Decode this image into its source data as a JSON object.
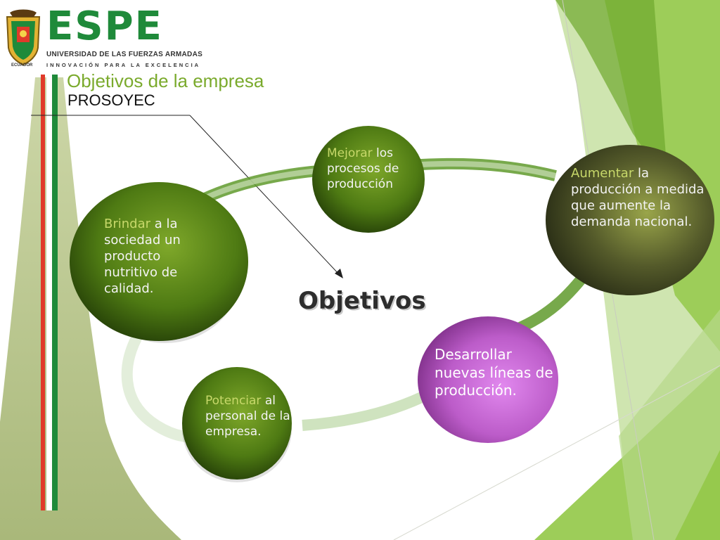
{
  "header": {
    "brand_name": "ESPE",
    "brand_line1": "UNIVERSIDAD DE LAS FUERZAS ARMADAS",
    "brand_line2": "INNOVACIÓN PARA LA EXCELENCIA",
    "crest_caption": "ECUADOR",
    "crest_icon": "university-crest-icon"
  },
  "slide": {
    "title": "Objetivos de la empresa",
    "subtitle": "PROSOYEC",
    "center_label": "Objetivos"
  },
  "nodes": [
    {
      "id": "brindar",
      "keyword": "Brindar",
      "rest": " a la sociedad un producto nutritivo de calidad."
    },
    {
      "id": "mejorar",
      "keyword": "Mejorar",
      "rest": " los procesos de producción"
    },
    {
      "id": "aumentar",
      "keyword": "Aumentar",
      "rest": " la producción a medida que aumente la demanda nacional."
    },
    {
      "id": "desarrollar",
      "keyword": "Desarrollar",
      "rest": " nuevas líneas de producción."
    },
    {
      "id": "potenciar",
      "keyword": "Potenciar",
      "rest": " al personal de la empresa."
    }
  ],
  "colors": {
    "brand_green": "#1f8a3a",
    "title_green": "#7aaa2c",
    "node_green": "#4f7a14",
    "node_purple": "#b457c2",
    "keyword_yellow": "#c7d86a",
    "ring": "#cfe3bf",
    "deco_green": "#8cc43c"
  }
}
